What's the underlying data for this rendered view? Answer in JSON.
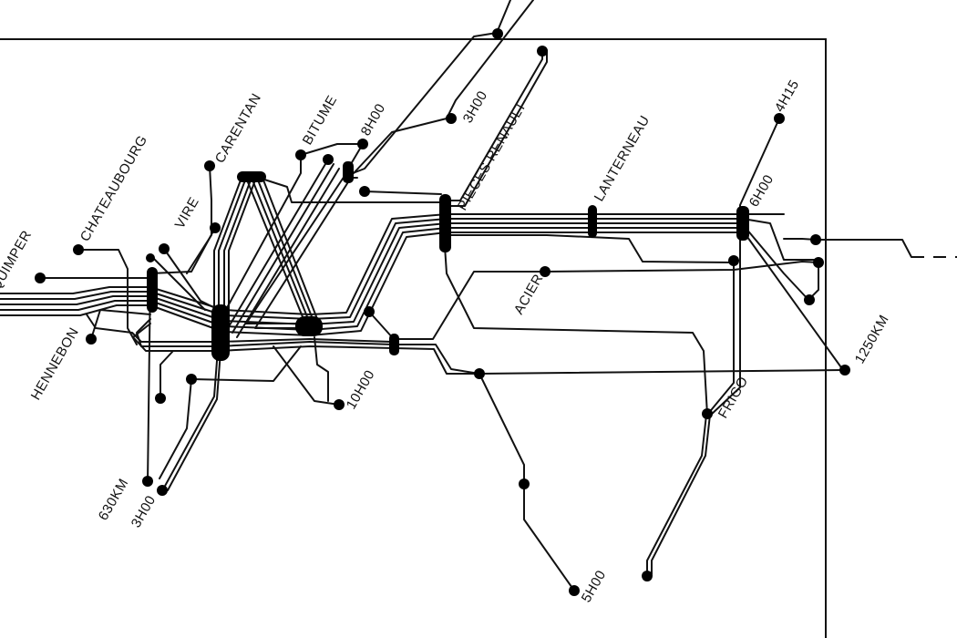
{
  "diagram": {
    "labels": {
      "quimper": "QUIMPER",
      "hennebon": "HENNEBON",
      "chateaubourg": "CHATEAUBOURG",
      "vire": "VIRE",
      "carentan": "CARENTAN",
      "bitume": "BITUME",
      "time_8h00": "8H00",
      "time_3h00_top": "3H00",
      "pieces_renault": "PIECES RENAULT",
      "lanterneau": "LANTERNEAU",
      "time_4h15": "4H15",
      "time_6h00": "6H00",
      "acier": "ACIER",
      "time_10h00": "10H00",
      "dist_1250km": "1250KM",
      "frigo": "FRIGO",
      "dist_630km": "630KM",
      "time_3h00_bottom": "3H00",
      "time_5h00": "5H00"
    }
  }
}
